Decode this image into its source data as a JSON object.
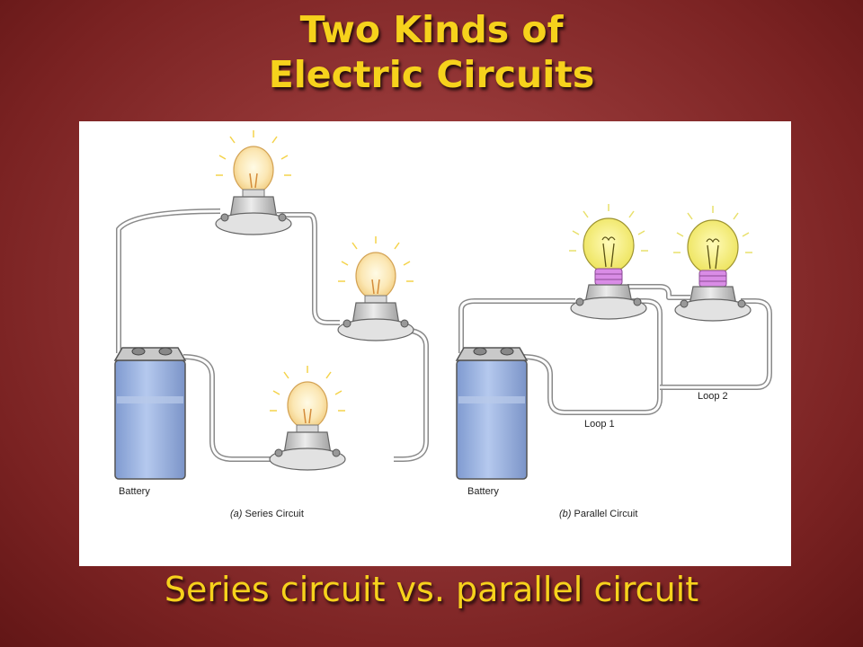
{
  "slide": {
    "title_line1": "Two Kinds of",
    "title_line2": "Electric Circuits",
    "caption": "Series circuit vs. parallel circuit"
  },
  "diagram": {
    "series": {
      "battery_label": "Battery",
      "caption_prefix": "(a)",
      "caption_text": " Series Circuit"
    },
    "parallel": {
      "battery_label": "Battery",
      "caption_prefix": "(b)",
      "caption_text": " Parallel Circuit",
      "loop1_label": "Loop 1",
      "loop2_label": "Loop 2"
    }
  },
  "colors": {
    "background": "#963838",
    "title_text": "#f6d21c",
    "battery_blue": "#9db6e0",
    "bulb_yellow": "#f5f07a",
    "wire_gray": "#8a8a8a"
  }
}
